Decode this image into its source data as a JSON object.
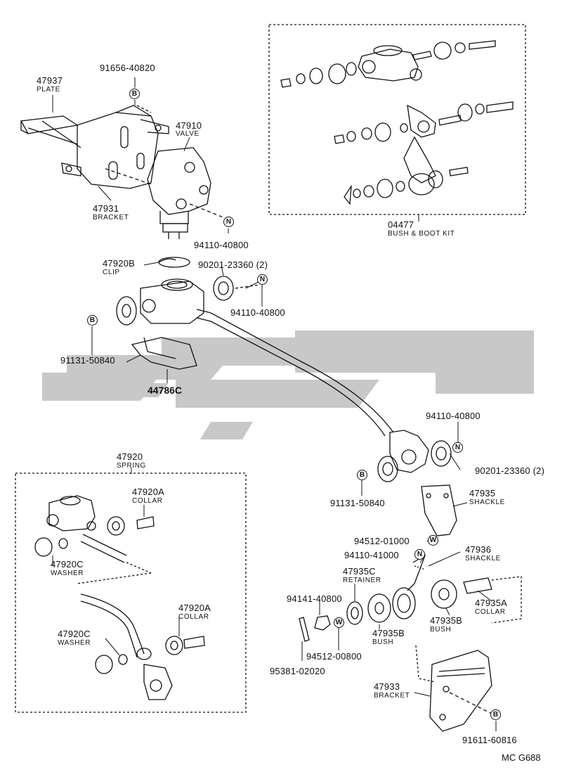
{
  "parts": {
    "p47937": {
      "number": "47937",
      "name": "PLATE"
    },
    "p91656": {
      "number": "91656-40820"
    },
    "p47910": {
      "number": "47910",
      "name": "VALVE"
    },
    "p47931": {
      "number": "47931",
      "name": "BRACKET"
    },
    "p94110a": {
      "number": "94110-40800"
    },
    "p04477": {
      "number": "04477",
      "name": "BUSH & BOOT KIT"
    },
    "p47920B": {
      "number": "47920B",
      "name": "CLIP"
    },
    "p90201a": {
      "number": "90201-23360 (2)"
    },
    "p94110b": {
      "number": "94110-40800"
    },
    "p91131a": {
      "number": "91131-50840"
    },
    "p44786C": {
      "number": "44786C"
    },
    "p94110c": {
      "number": "94110-40800"
    },
    "p90201b": {
      "number": "90201-23360 (2)"
    },
    "p91131b": {
      "number": "91131-50840"
    },
    "p47935": {
      "number": "47935",
      "name": "SHACKLE"
    },
    "p47920": {
      "number": "47920",
      "name": "SPRING"
    },
    "p47920A1": {
      "number": "47920A",
      "name": "COLLAR"
    },
    "p47920C1": {
      "number": "47920C",
      "name": "WASHER"
    },
    "p47920A2": {
      "number": "47920A",
      "name": "COLLAR"
    },
    "p47920C2": {
      "number": "47920C",
      "name": "WASHER"
    },
    "p94512a": {
      "number": "94512-01000"
    },
    "p94110d": {
      "number": "94110-41000"
    },
    "p47936": {
      "number": "47936",
      "name": "SHACKLE"
    },
    "p47935C": {
      "number": "47935C",
      "name": "RETAINER"
    },
    "p94141": {
      "number": "94141-40800"
    },
    "p47935A": {
      "number": "47935A",
      "name": "COLLAR"
    },
    "p47935B1": {
      "number": "47935B",
      "name": "BUSH"
    },
    "p47935B2": {
      "number": "47935B",
      "name": "BUSH"
    },
    "p94512b": {
      "number": "94512-00800"
    },
    "p95381": {
      "number": "95381-02020"
    },
    "p47933": {
      "number": "47933",
      "name": "BRACKET"
    },
    "p91611": {
      "number": "91611-60816"
    }
  },
  "badges": {
    "b": "B",
    "n": "N",
    "w": "W"
  },
  "diagram_code": "MC G688",
  "watermark_color": "#c8c8c8"
}
